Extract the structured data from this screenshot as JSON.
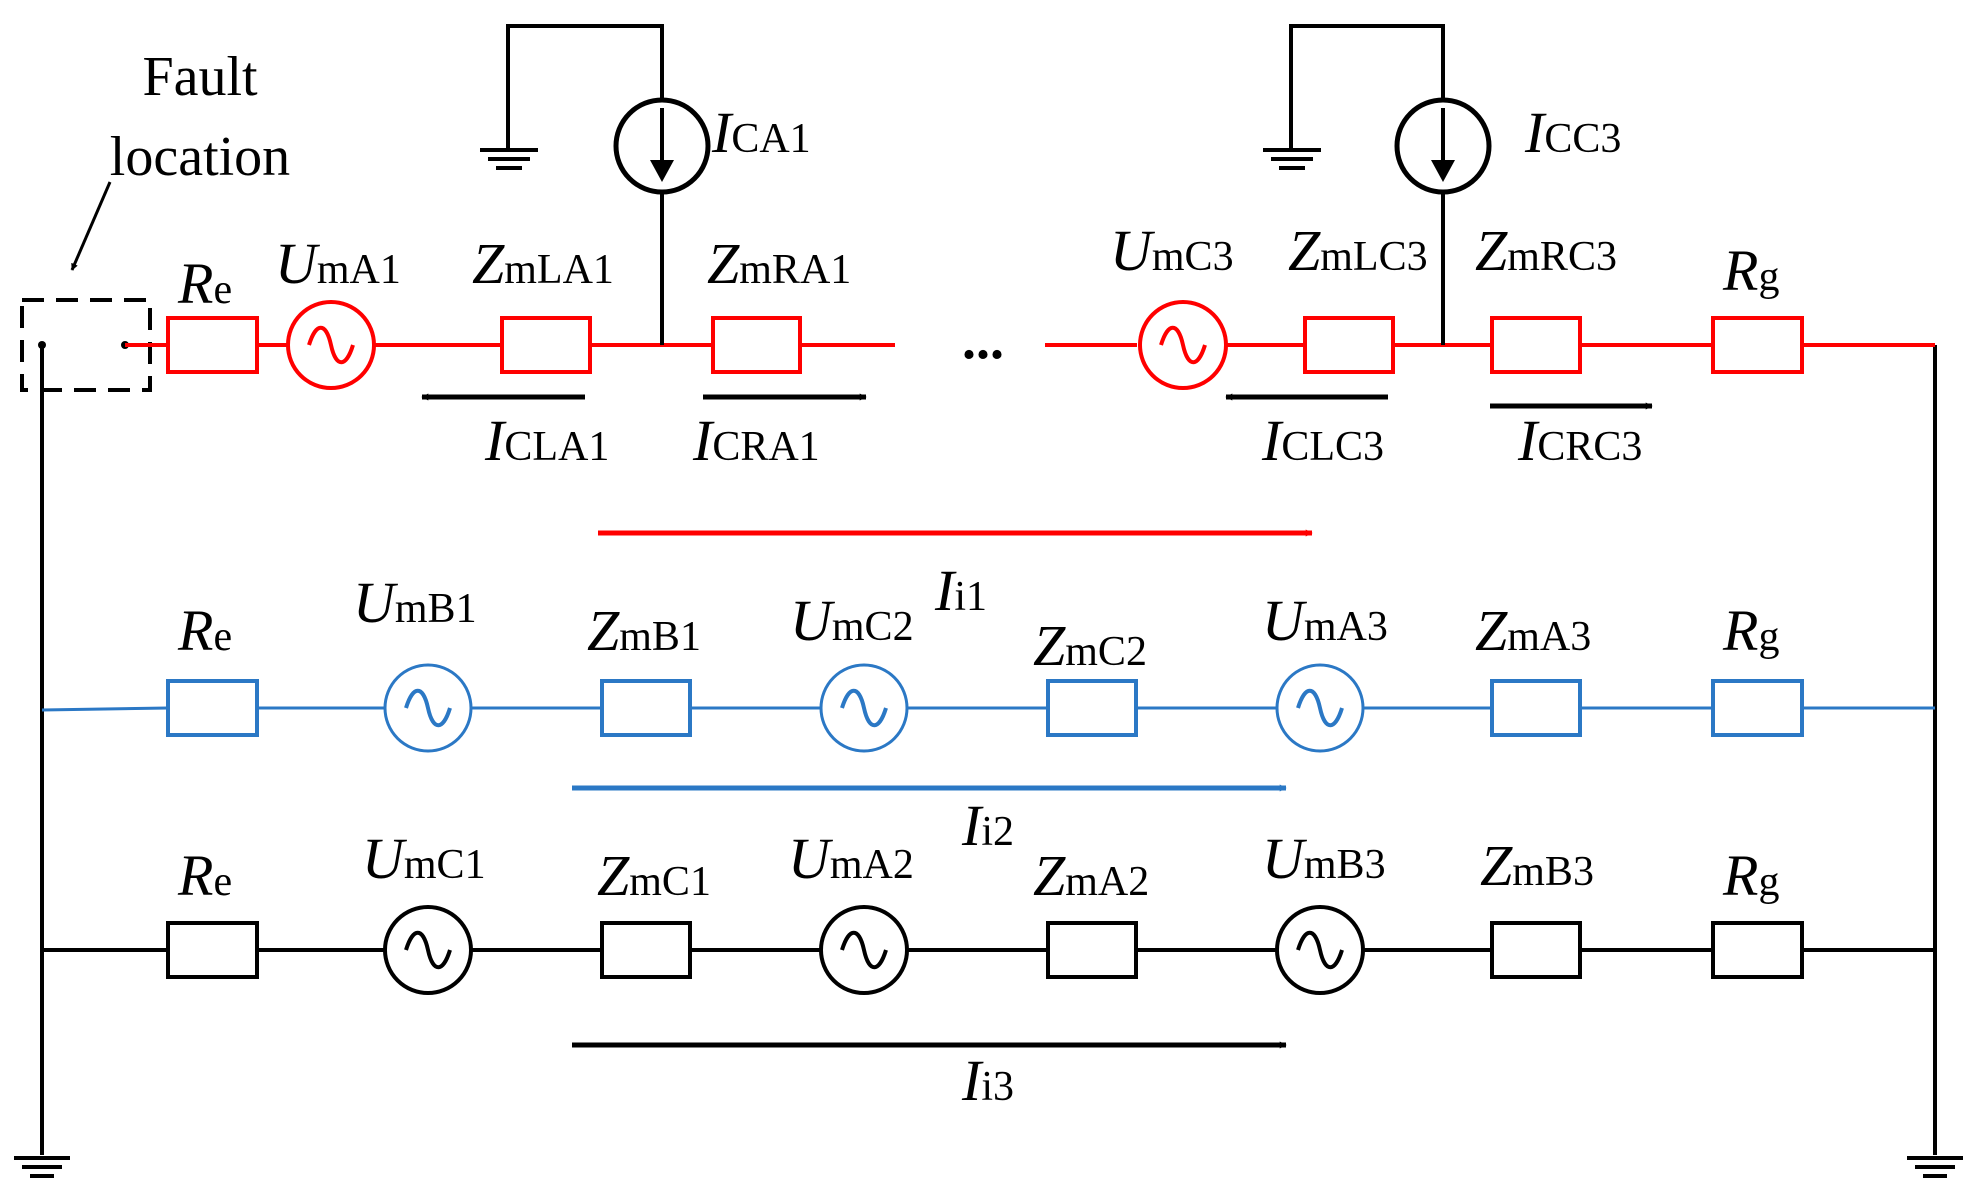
{
  "colors": {
    "phase_a": "#ff0000",
    "phase_b": "#2b78c5",
    "phase_c": "#000000",
    "background": "#ffffff"
  },
  "fault": {
    "line1": "Fault",
    "line2": "location"
  },
  "ellipsis": "...",
  "labels": {
    "top_Re": {
      "main": "R",
      "sub": "e"
    },
    "top_U": {
      "main": "U",
      "sub": "mA1"
    },
    "top_ZL1": {
      "main": "Z",
      "sub": "mLA1"
    },
    "top_ZR1": {
      "main": "Z",
      "sub": "mRA1"
    },
    "top_U3": {
      "main": "U",
      "sub": "mC3"
    },
    "top_ZL3": {
      "main": "Z",
      "sub": "mLC3"
    },
    "top_ZR3": {
      "main": "Z",
      "sub": "mRC3"
    },
    "top_Rg": {
      "main": "R",
      "sub": "g"
    },
    "ICA1": {
      "main": "I",
      "sub": "CA1"
    },
    "ICC3": {
      "main": "I",
      "sub": "CC3"
    },
    "ICLA1": {
      "main": "I",
      "sub": "CLA1"
    },
    "ICRA1": {
      "main": "I",
      "sub": "CRA1"
    },
    "ICLC3": {
      "main": "I",
      "sub": "CLC3"
    },
    "ICRC3": {
      "main": "I",
      "sub": "CRC3"
    },
    "Ii1": {
      "main": "I",
      "sub": "i1"
    },
    "mid_Re": {
      "main": "R",
      "sub": "e"
    },
    "mid_U1": {
      "main": "U",
      "sub": "mB1"
    },
    "mid_Z1": {
      "main": "Z",
      "sub": "mB1"
    },
    "mid_U2": {
      "main": "U",
      "sub": "mC2"
    },
    "mid_Z2": {
      "main": "Z",
      "sub": "mC2"
    },
    "mid_U3": {
      "main": "U",
      "sub": "mA3"
    },
    "mid_Z3": {
      "main": "Z",
      "sub": "mA3"
    },
    "mid_Rg": {
      "main": "R",
      "sub": "g"
    },
    "Ii2": {
      "main": "I",
      "sub": "i2"
    },
    "bot_Re": {
      "main": "R",
      "sub": "e"
    },
    "bot_U1": {
      "main": "U",
      "sub": "mC1"
    },
    "bot_Z1": {
      "main": "Z",
      "sub": "mC1"
    },
    "bot_U2": {
      "main": "U",
      "sub": "mA2"
    },
    "bot_Z2": {
      "main": "Z",
      "sub": "mA2"
    },
    "bot_U3": {
      "main": "U",
      "sub": "mB3"
    },
    "bot_Z3": {
      "main": "Z",
      "sub": "mB3"
    },
    "bot_Rg": {
      "main": "R",
      "sub": "g"
    },
    "Ii3": {
      "main": "I",
      "sub": "i3"
    }
  }
}
